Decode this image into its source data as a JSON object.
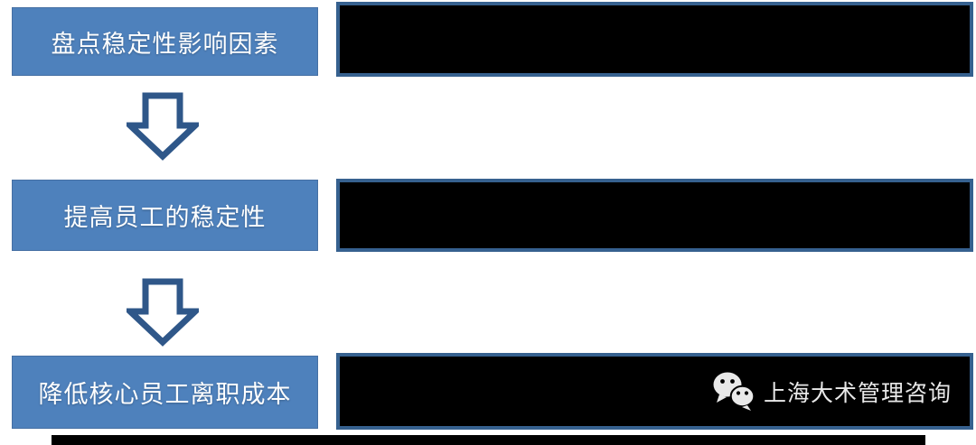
{
  "page": {
    "background_color": "#ffffff",
    "kind": "flow-diagram-slide"
  },
  "colors": {
    "step_box_fill": "#4E81BC",
    "step_box_text": "#ffffff",
    "panel_border": "#36618F",
    "panel_fill": "#000000",
    "arrow_outline": "#2F5789",
    "watermark_text_color": "#E9E9E9",
    "bottom_bar": "#000000"
  },
  "flow_steps": [
    {
      "label": "盘点稳定性影响因素"
    },
    {
      "label": "提高员工的稳定性"
    },
    {
      "label": "降低核心员工离职成本"
    }
  ],
  "panels": [
    {
      "content": ""
    },
    {
      "content": ""
    },
    {
      "content": ""
    }
  ],
  "icons": {
    "down_arrow": "down-arrow-icon",
    "wechat": "wechat-logo-icon"
  },
  "watermark": {
    "text": "上海大术管理咨询"
  }
}
